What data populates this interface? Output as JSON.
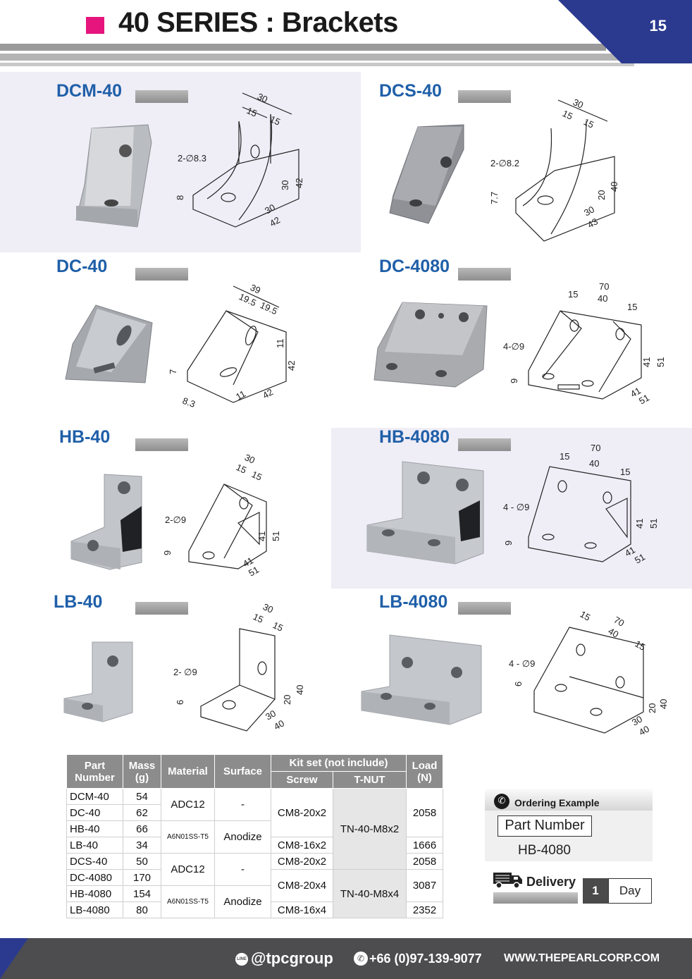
{
  "header": {
    "title": "40 SERIES : Brackets",
    "page_number": "15"
  },
  "products": [
    {
      "name": "DCM-40",
      "hole_label": "2-∅8.3",
      "dims": [
        "30",
        "15",
        "15",
        "30",
        "42",
        "8",
        "30",
        "42"
      ]
    },
    {
      "name": "DCS-40",
      "hole_label": "2-∅8.2",
      "dims": [
        "30",
        "15",
        "15",
        "20",
        "40",
        "7.7",
        "30",
        "43"
      ]
    },
    {
      "name": "DC-40",
      "hole_label": "",
      "dims": [
        "39",
        "19.5",
        "19.5",
        "11",
        "42",
        "7",
        "8.3",
        "11",
        "42"
      ]
    },
    {
      "name": "DC-4080",
      "hole_label": "4-∅9",
      "dims": [
        "70",
        "40",
        "15",
        "15",
        "41",
        "51",
        "9",
        "41",
        "51"
      ]
    },
    {
      "name": "HB-40",
      "hole_label": "2-∅9",
      "dims": [
        "30",
        "15",
        "15",
        "41",
        "51",
        "9",
        "41",
        "51"
      ]
    },
    {
      "name": "HB-4080",
      "hole_label": "4 - ∅9",
      "dims": [
        "70",
        "40",
        "15",
        "15",
        "41",
        "51",
        "9",
        "41",
        "51"
      ]
    },
    {
      "name": "LB-40",
      "hole_label": "2- ∅9",
      "dims": [
        "30",
        "15",
        "15",
        "20",
        "40",
        "6",
        "30",
        "40"
      ]
    },
    {
      "name": "LB-4080",
      "hole_label": "4 - ∅9",
      "dims": [
        "70",
        "40",
        "15",
        "15",
        "20",
        "40",
        "6",
        "30",
        "40"
      ]
    }
  ],
  "table": {
    "headers": {
      "part": "Part Number",
      "mass": "Mass (g)",
      "material": "Material",
      "surface": "Surface",
      "kit": "Kit set (not include)",
      "screw": "Screw",
      "tnut": "T-NUT",
      "load": "Load (N)"
    },
    "rows": [
      {
        "part": "DCM-40",
        "mass": "54"
      },
      {
        "part": "DC-40",
        "mass": "62"
      },
      {
        "part": "HB-40",
        "mass": "66"
      },
      {
        "part": "LB-40",
        "mass": "34"
      },
      {
        "part": "DCS-40",
        "mass": "50"
      },
      {
        "part": "DC-4080",
        "mass": "170"
      },
      {
        "part": "HB-4080",
        "mass": "154"
      },
      {
        "part": "LB-4080",
        "mass": "80"
      }
    ],
    "material_adc12_a": "ADC12",
    "material_a6_a": "A6N01SS-T5",
    "material_adc12_b": "ADC12",
    "material_a6_b": "A6N01SS-T5",
    "surface_dash_a": "-",
    "surface_anodize_a": "Anodize",
    "surface_dash_b": "-",
    "surface_anodize_b": "Anodize",
    "screw_1": "CM8-20x2",
    "screw_2": "CM8-16x2",
    "screw_3": "CM8-20x2",
    "screw_4": "CM8-20x4",
    "screw_5": "CM8-16x4",
    "tnut_1": "TN-40-M8x2",
    "tnut_2": "TN-40-M8x4",
    "load_1": "2058",
    "load_2": "1666",
    "load_3": "2058",
    "load_4": "3087",
    "load_5": "2352"
  },
  "ordering": {
    "label": "Ordering Example",
    "part_number_label": "Part Number",
    "example_value": "HB-4080"
  },
  "delivery": {
    "label": "Delivery",
    "number": "1",
    "unit": "Day"
  },
  "footer": {
    "line_badge": "LINE",
    "social": "@tpcgroup",
    "phone": "+66 (0)97-139-9077",
    "website": "WWW.THEPEARLCORP.COM"
  },
  "colors": {
    "accent_magenta": "#e5157d",
    "title_blue": "#1f5fa8",
    "corner_navy": "#2b3a8f",
    "footer_gray": "#4d4d4f"
  }
}
